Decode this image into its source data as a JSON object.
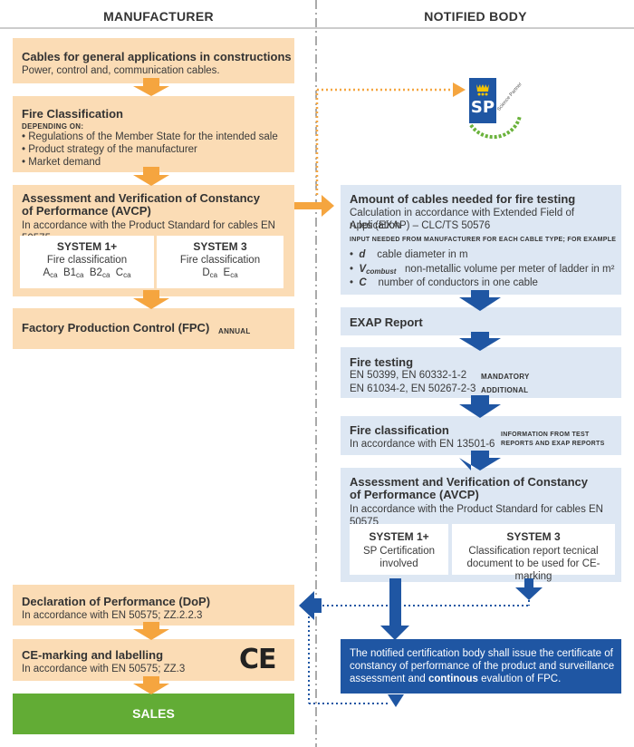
{
  "headers": {
    "manufacturer": "MANUFACTURER",
    "notified_body": "NOTIFIED BODY"
  },
  "left": {
    "cables": {
      "title": "Cables for general applications in constructions",
      "text": "Power, control and, communication cables."
    },
    "fire_class": {
      "title": "Fire Classification",
      "depending": "DEPENDING ON:",
      "bullets": [
        "Regulations of the Member State for the intended sale",
        "Product strategy of the manufacturer",
        "Market demand"
      ]
    },
    "avcp": {
      "title1": "Assessment and Verification of Constancy",
      "title2": "of Performance  (AVCP)",
      "text": "In accordance with the Product Standard for cables EN 50575",
      "sys1": {
        "title": "SYSTEM 1+",
        "text": "Fire classification"
      },
      "sys3": {
        "title": "SYSTEM 3",
        "text": "Fire classification"
      }
    },
    "fpc": {
      "title": "Factory Production Control (FPC)",
      "tag": "ANNUAL"
    },
    "dop": {
      "title": "Declaration of Performance (DoP)",
      "text": "In accordance with EN 50575; ZZ.2.2.3"
    },
    "ce": {
      "title": "CE-marking and labelling",
      "text": "In accordance with EN 50575; ZZ.3",
      "mark": "CE"
    },
    "sales": "SALES"
  },
  "right": {
    "amount": {
      "title": "Amount of cables needed for fire testing",
      "text1": "Calculation in accordance with Extended Field of Application",
      "text2": "rules  (EXAP) – CLC/TS 50576",
      "input": "INPUT NEEDED FROM MANUFACTURER FOR EACH CABLE TYPE; FOR EXAMPLE",
      "b1_sym": "d",
      "b1_text": "cable diameter in m",
      "b2_sym": "V",
      "b2_sub": "combust",
      "b2_text": "non-metallic volume per meter of ladder in m²",
      "b3_sym": "C",
      "b3_text": "number of conductors in one cable"
    },
    "exap": {
      "title": "EXAP Report"
    },
    "testing": {
      "title": "Fire testing",
      "line1": "EN 50399, EN 60332-1-2",
      "tag1": "MANDATORY",
      "line2": "EN 61034-2, EN 50267-2-3",
      "tag2": "ADDITIONAL"
    },
    "fireclass": {
      "title": "Fire classification",
      "text": "In accordance with EN 13501-6",
      "info1": "INFORMATION FROM TEST",
      "info2": "REPORTS AND EXAP REPORTS"
    },
    "avcp": {
      "title1": "Assessment and Verification of Constancy",
      "title2": "of Performance  (AVCP)",
      "text": "In accordance with the Product Standard for cables EN 50575",
      "sys1": {
        "title": "SYSTEM 1+",
        "line1": "SP Certification",
        "line2": "involved"
      },
      "sys3": {
        "title": "SYSTEM 3",
        "line1": "Classification report tecnical",
        "line2": "document to be used for CE-marking"
      }
    },
    "notice": {
      "line1": "The notified certification body shall issue the certificate of",
      "line2": "constancy of performance of the product and surveillance",
      "line3a": "assessment and ",
      "line3b": "continous",
      "line3c": " evalution of FPC."
    },
    "logo": {
      "letters": "SP",
      "arc": "Science Partner"
    }
  },
  "colors": {
    "orange_box": "#fbdcb5",
    "orange_arrow": "#f5a53f",
    "blue_box": "#dde7f3",
    "blue_arrow": "#1f56a3",
    "green": "#62ac35"
  }
}
